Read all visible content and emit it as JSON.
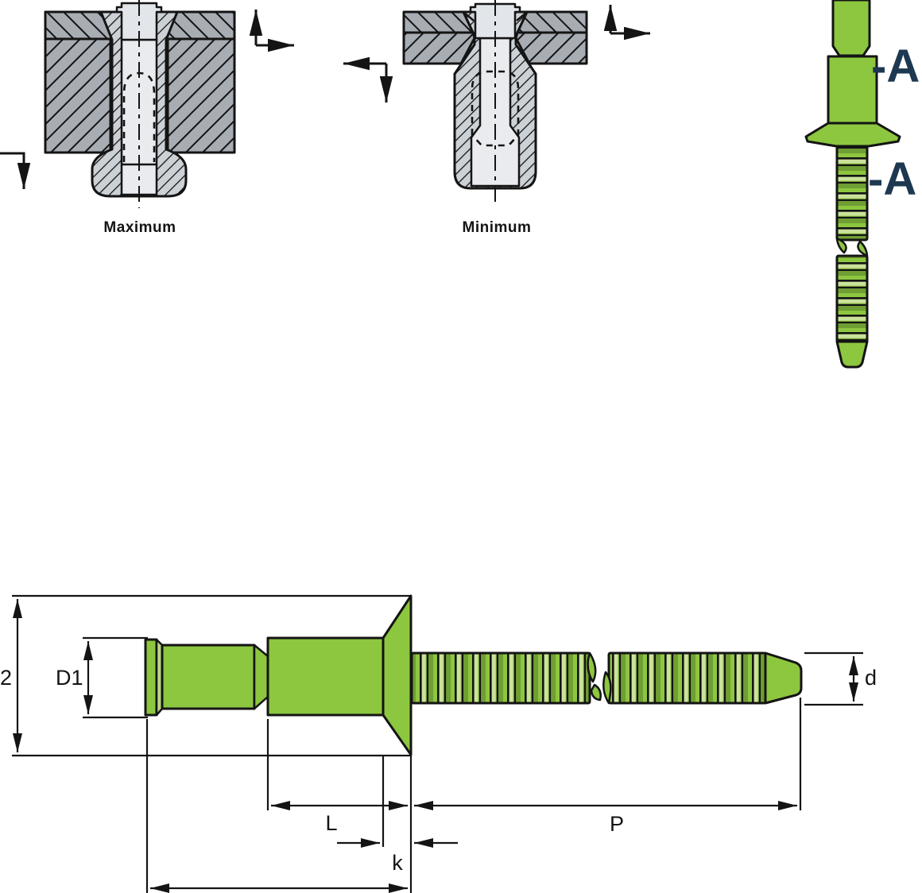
{
  "figure": {
    "type": "technical-diagram",
    "subject": "countersunk blind structural rivet - installed grip sections, side view with datum A, and dimensioned drawing"
  },
  "labels": {
    "maximum": "Maximum",
    "minimum": "Minimum",
    "datum_head": "-A",
    "datum_stem": "-A",
    "head_diameter": "2",
    "body_diameter": "D1",
    "body_length": "L",
    "head_thickness": "k",
    "pintail_length": "P",
    "pintail_diameter": "d"
  },
  "colors": {
    "rivet_green": "#8dc63f",
    "rivet_green_dark": "#6f9e33",
    "rivet_green_light": "#cbe29b",
    "rivet_green_bevel": "#b9d77f",
    "datum_navy": "#1d3850",
    "line_ink": "#141414",
    "plate_gray": "#a8adb4",
    "cut_gray": "#ccd1d6",
    "cavity_gray": "#e9ebee",
    "background": "#ffffff"
  }
}
